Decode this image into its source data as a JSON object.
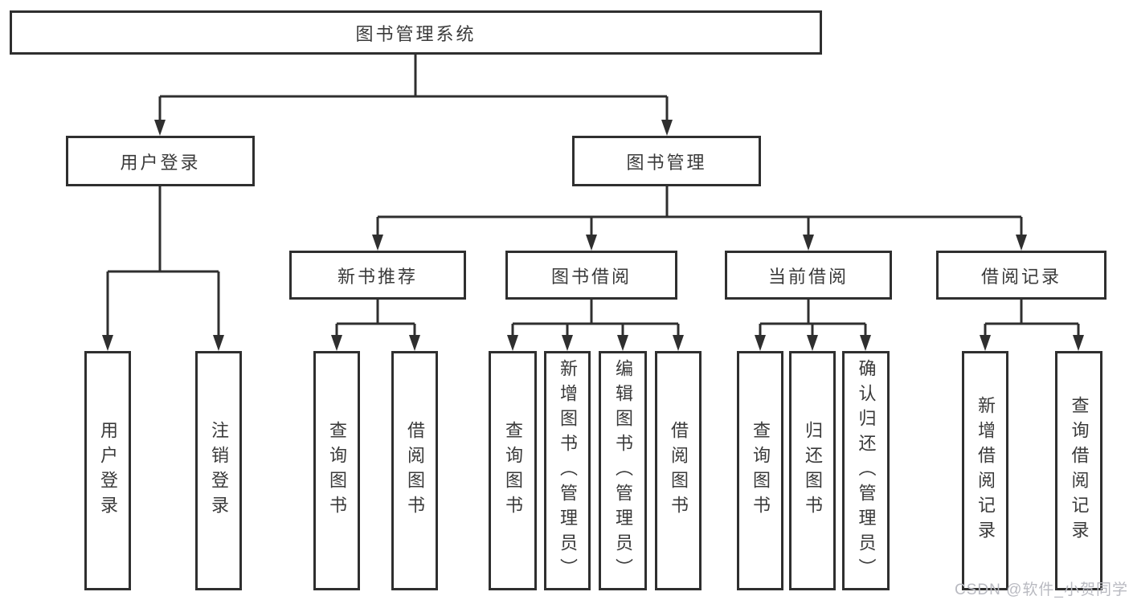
{
  "colors": {
    "line": "#2f2f2f",
    "text": "#3a3a3a",
    "watermark_color": "#b9bac1",
    "background": "#ffffff"
  },
  "watermark": "CSDN @软件_小贺同学",
  "root": {
    "label": "图书管理系统"
  },
  "tree": [
    {
      "label": "用户登录",
      "children": [
        {
          "label": "用户登录"
        },
        {
          "label": "注销登录"
        }
      ]
    },
    {
      "label": "图书管理",
      "children": [
        {
          "label": "新书推荐",
          "children": [
            {
              "label": "查询图书"
            },
            {
              "label": "借阅图书"
            }
          ]
        },
        {
          "label": "图书借阅",
          "children": [
            {
              "label": "查询图书"
            },
            {
              "label": "新增图书（管理员）"
            },
            {
              "label": "编辑图书（管理员）"
            },
            {
              "label": "借阅图书"
            }
          ]
        },
        {
          "label": "当前借阅",
          "children": [
            {
              "label": "查询图书"
            },
            {
              "label": "归还图书"
            },
            {
              "label": "确认归还（管理员）"
            }
          ]
        },
        {
          "label": "借阅记录",
          "children": [
            {
              "label": "新增借阅记录"
            },
            {
              "label": "查询借阅记录"
            }
          ]
        }
      ]
    }
  ]
}
